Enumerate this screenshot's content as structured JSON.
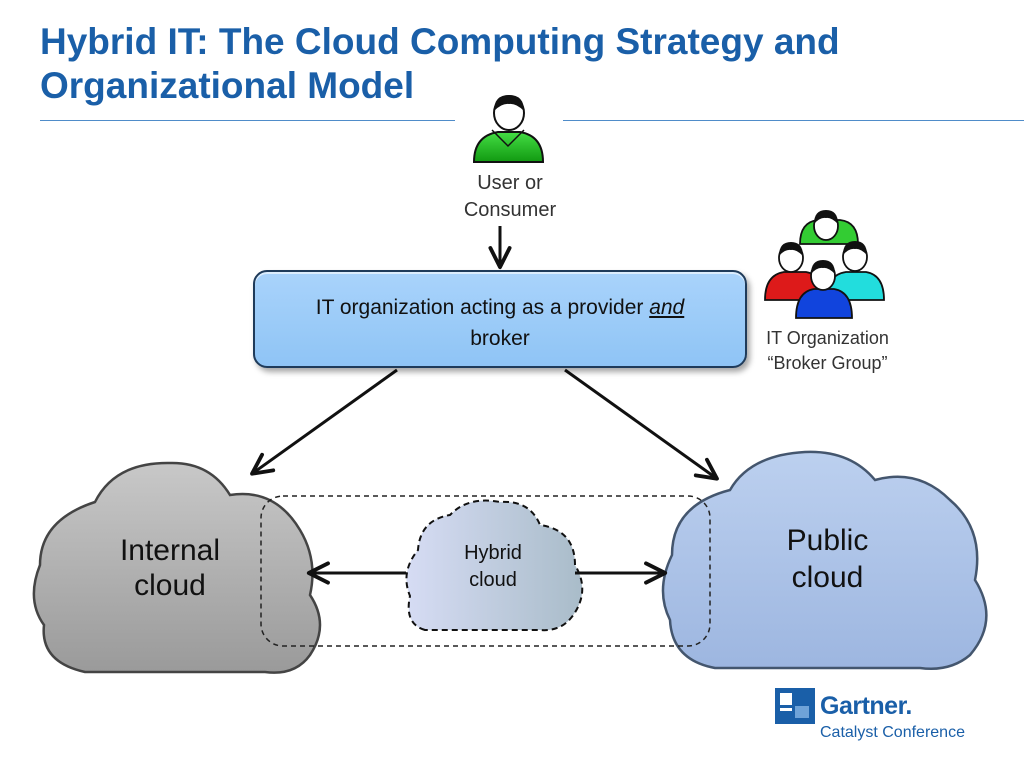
{
  "slide": {
    "title": "Hybrid IT: The Cloud Computing Strategy and Organizational Model"
  },
  "user": {
    "line1": "User or",
    "line2": "Consumer",
    "icon": "person-icon",
    "color": "#22bb22"
  },
  "provider_box": {
    "text_before": "IT organization acting as a provider ",
    "emphasis": "and",
    "text_after": "broker",
    "color": "#9ccbf8"
  },
  "broker_group": {
    "line1": "IT Organization",
    "line2": "“Broker Group”",
    "icon": "people-group-icon",
    "colors": [
      "#22cc22",
      "#dd1111",
      "#11dddd",
      "#1144dd"
    ]
  },
  "clouds": {
    "internal": {
      "line1": "Internal",
      "line2": "cloud",
      "color": "#a6a6a6"
    },
    "hybrid": {
      "line1": "Hybrid",
      "line2": "cloud",
      "color": "#b8c6e6"
    },
    "public": {
      "line1": "Public",
      "line2": "cloud",
      "color": "#a9c0e6"
    }
  },
  "logo": {
    "name": "Gartner.",
    "subtitle": "Catalyst Conference",
    "color": "#1a5fa8"
  }
}
